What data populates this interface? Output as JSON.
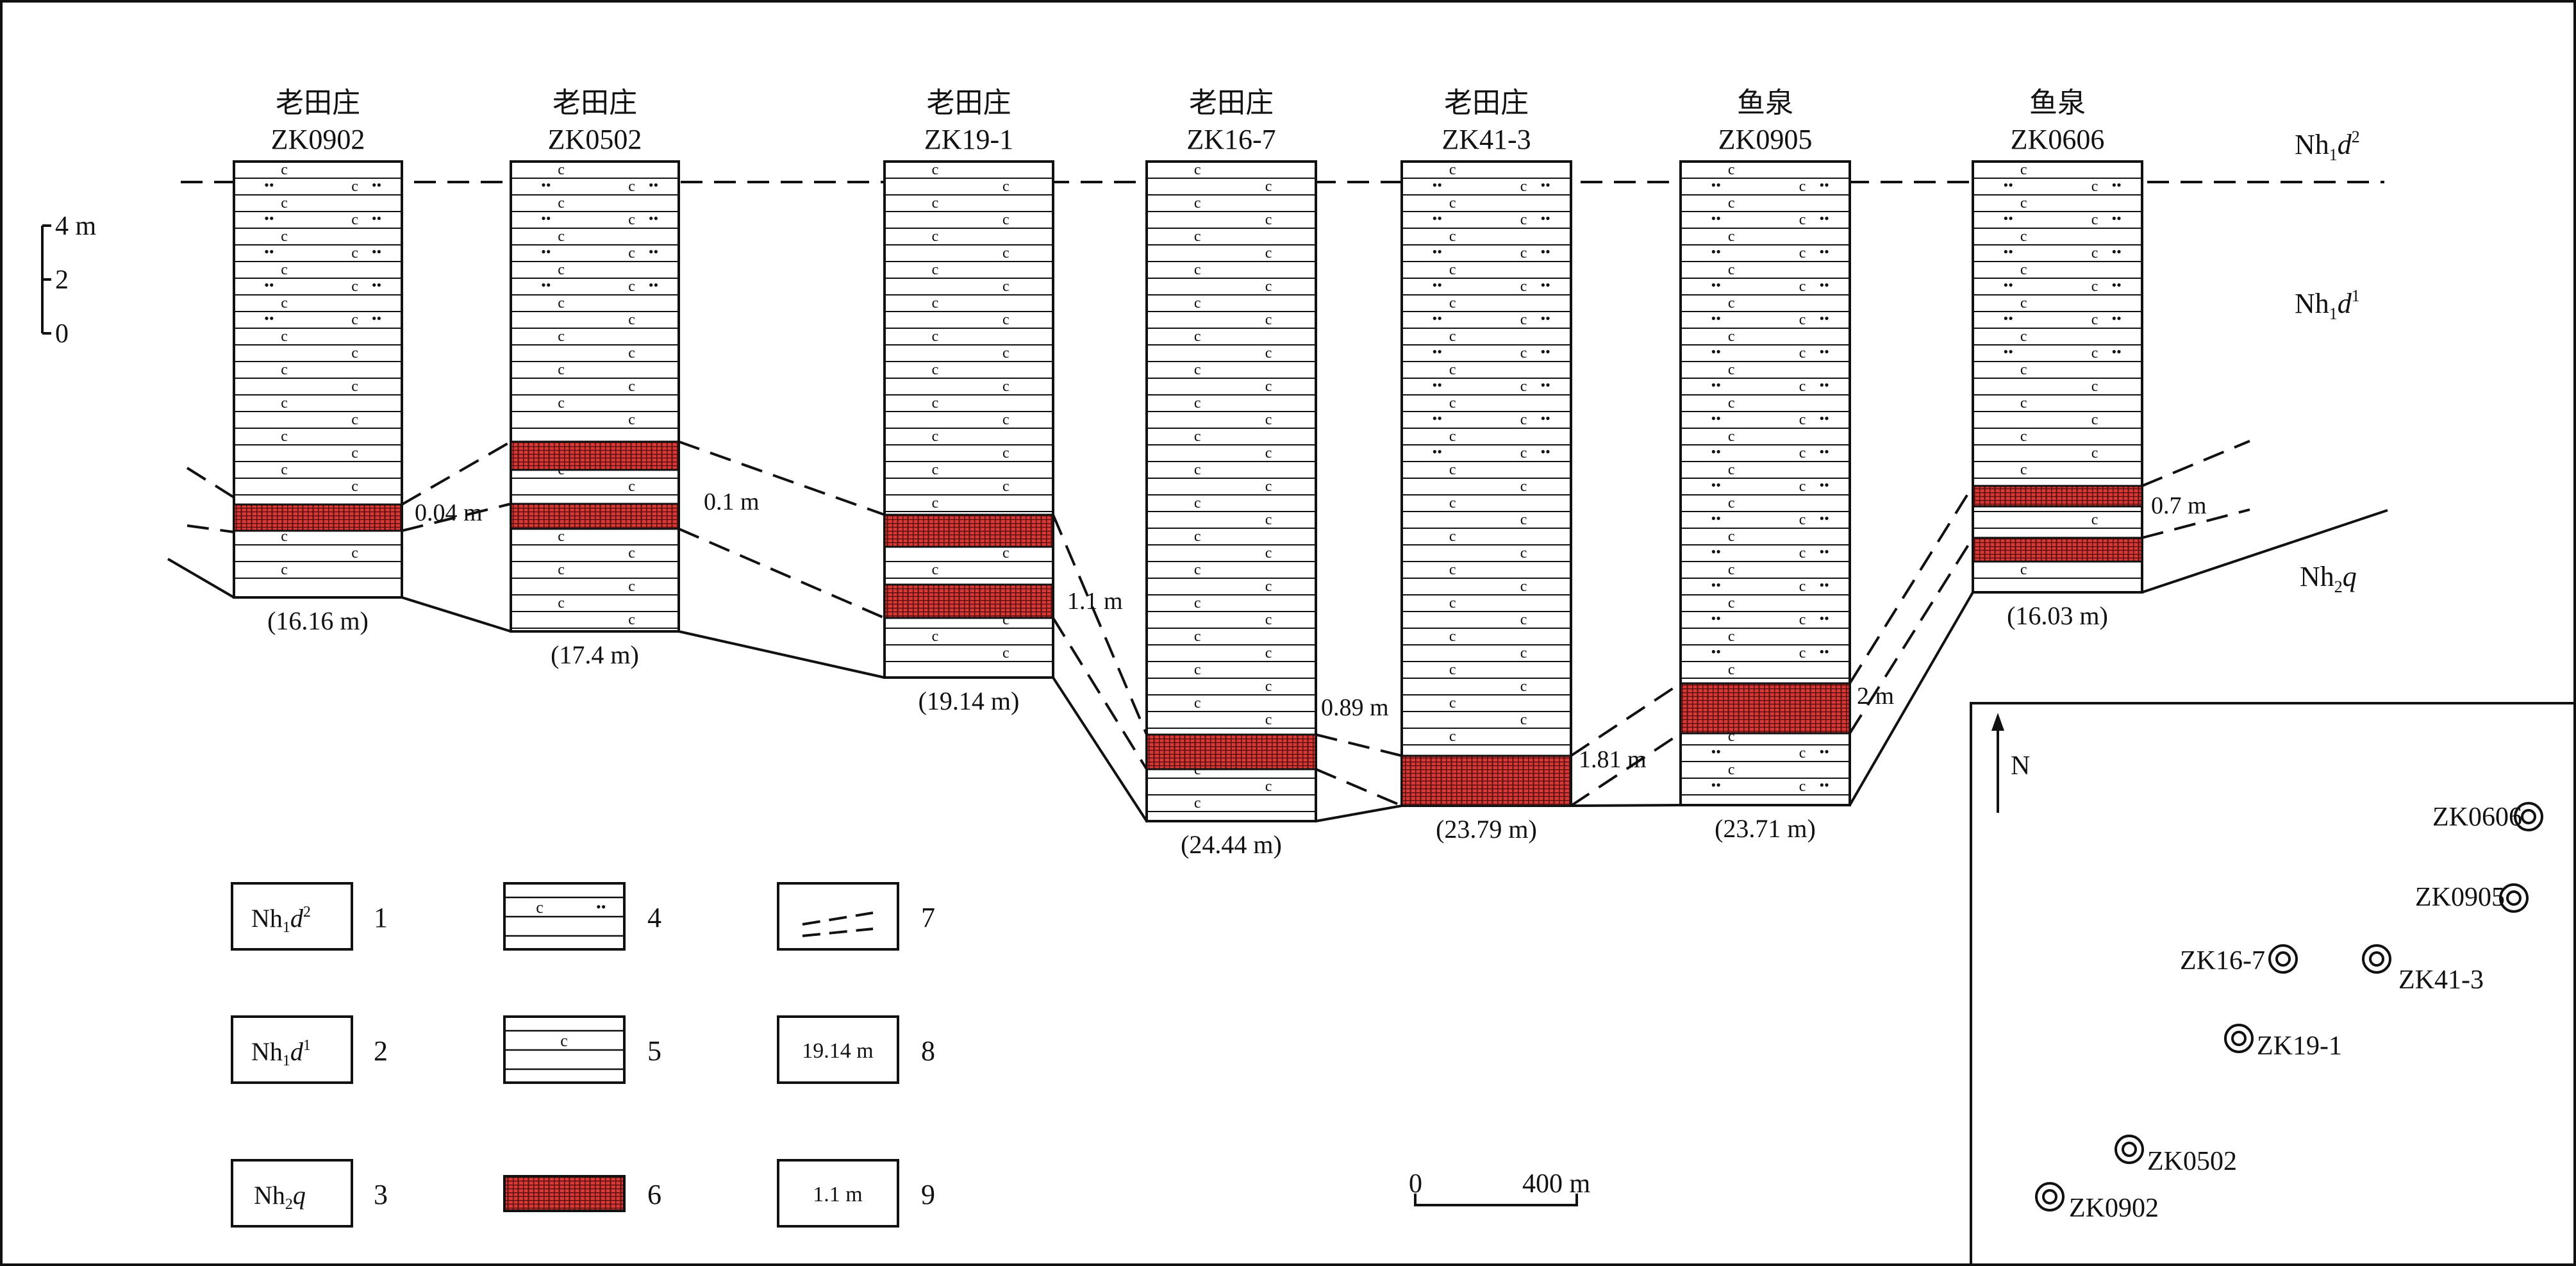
{
  "colors": {
    "ore": "#d93a36",
    "ore_grid": "#5a1010",
    "ink": "#111111",
    "background": "#ffffff"
  },
  "columns": [
    {
      "site": "老田庄",
      "id": "ZK0902",
      "depth": "(16.16 m)"
    },
    {
      "site": "老田庄",
      "id": "ZK0502",
      "depth": "(17.4 m)"
    },
    {
      "site": "老田庄",
      "id": "ZK19-1",
      "depth": "(19.14 m)"
    },
    {
      "site": "老田庄",
      "id": "ZK16-7",
      "depth": "(24.44 m)"
    },
    {
      "site": "老田庄",
      "id": "ZK41-3",
      "depth": "(23.79 m)"
    },
    {
      "site": "鱼泉",
      "id": "ZK0905",
      "depth": "(23.71 m)"
    },
    {
      "site": "鱼泉",
      "id": "ZK0606",
      "depth": "(16.03 m)"
    }
  ],
  "thickness_labels": [
    "0.04 m",
    "0.1 m",
    "1.1 m",
    "0.89 m",
    "1.81 m",
    "2 m",
    "0.7 m"
  ],
  "strat_labels": [
    {
      "main": "Nh",
      "sub": "1",
      "italic": "d",
      "sup": "2"
    },
    {
      "main": "Nh",
      "sub": "1",
      "italic": "d",
      "sup": "1"
    },
    {
      "main": "Nh",
      "sub": "2",
      "italic": "q",
      "sup": ""
    }
  ],
  "vertical_scale": {
    "top": "4 m",
    "mid": "2",
    "bottom": "0"
  },
  "legend": {
    "items": [
      {
        "num": "1",
        "text": "Nh1d2"
      },
      {
        "num": "2",
        "text": "Nh1d1"
      },
      {
        "num": "3",
        "text": "Nh2q"
      },
      {
        "num": "4",
        "symbol": "c"
      },
      {
        "num": "5",
        "symbol": "c"
      },
      {
        "num": "6",
        "symbol": "ore"
      },
      {
        "num": "7",
        "symbol": "dashed-lines"
      },
      {
        "num": "8",
        "text": "19.14 m"
      },
      {
        "num": "9",
        "text": "1.1 m"
      }
    ]
  },
  "scale_bar": {
    "zero": "0",
    "value": "400 m"
  },
  "map": {
    "north": "N",
    "wells": [
      "ZK0606",
      "ZK0905",
      "ZK16-7",
      "ZK41-3",
      "ZK19-1",
      "ZK0502",
      "ZK0902"
    ]
  }
}
